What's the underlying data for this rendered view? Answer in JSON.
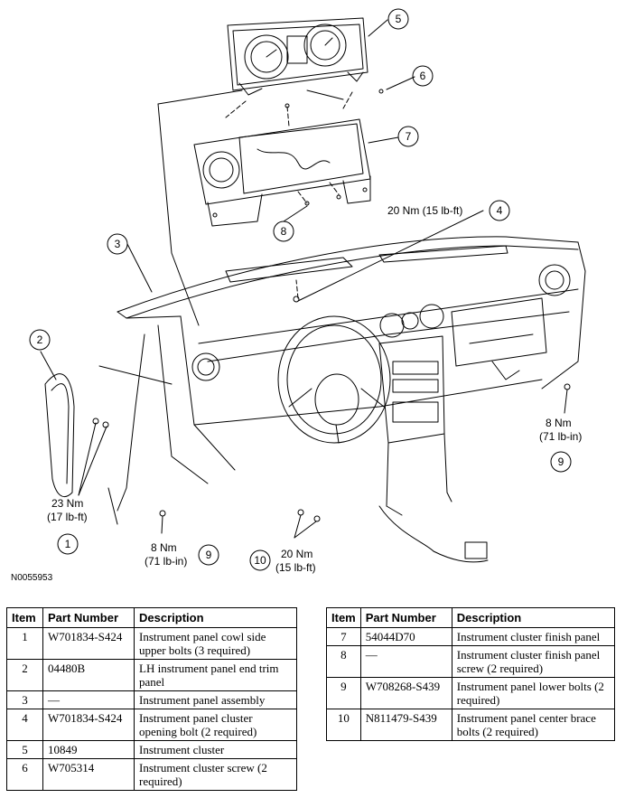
{
  "figure_id": "N0055953",
  "callouts": {
    "c1": "1",
    "c2": "2",
    "c3": "3",
    "c4": "4",
    "c5": "5",
    "c6": "6",
    "c7": "7",
    "c8": "8",
    "c9_right": "9",
    "c9_bottom": "9",
    "c10": "10"
  },
  "torque_labels": {
    "t4": "20 Nm (15 lb-ft)",
    "t1_nm": "23 Nm",
    "t1_lbft": "(17 lb-ft)",
    "t9b_nm": "8 Nm",
    "t9b_lbin": "(71 lb-in)",
    "t9r_nm": "8 Nm",
    "t9r_lbin": "(71 lb-in)",
    "t10_nm": "20 Nm",
    "t10_lbft": "(15 lb-ft)"
  },
  "table_headers": {
    "item": "Item",
    "part_number": "Part Number",
    "description": "Description"
  },
  "parts_left": [
    {
      "item": "1",
      "part_number": "W701834-S424",
      "description": "Instrument panel cowl side upper bolts (3 required)"
    },
    {
      "item": "2",
      "part_number": "04480B",
      "description": "LH instrument panel end trim panel"
    },
    {
      "item": "3",
      "part_number": "—",
      "description": "Instrument panel assembly"
    },
    {
      "item": "4",
      "part_number": "W701834-S424",
      "description": "Instrument panel cluster opening bolt (2 required)"
    },
    {
      "item": "5",
      "part_number": "10849",
      "description": "Instrument cluster"
    },
    {
      "item": "6",
      "part_number": "W705314",
      "description": "Instrument cluster screw (2 required)"
    }
  ],
  "parts_right": [
    {
      "item": "7",
      "part_number": "54044D70",
      "description": "Instrument cluster finish panel"
    },
    {
      "item": "8",
      "part_number": "—",
      "description": "Instrument cluster finish panel screw (2 required)"
    },
    {
      "item": "9",
      "part_number": "W708268-S439",
      "description": "Instrument panel lower bolts (2 required)"
    },
    {
      "item": "10",
      "part_number": "N811479-S439",
      "description": "Instrument panel center brace bolts (2 required)"
    }
  ]
}
